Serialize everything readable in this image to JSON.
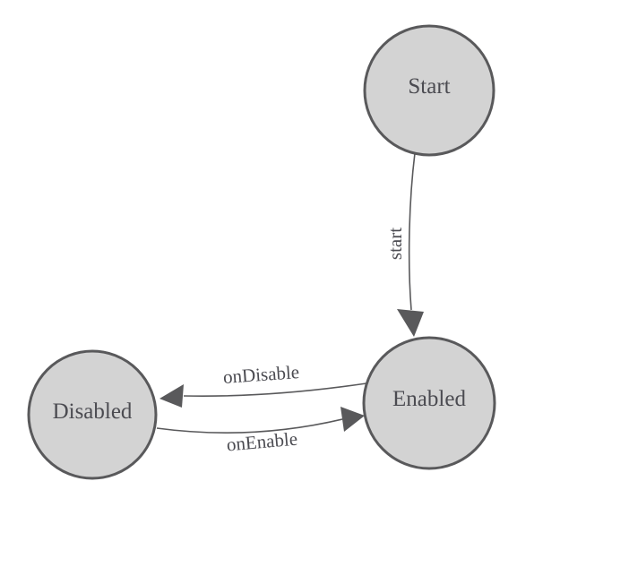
{
  "diagram": {
    "type": "state-machine",
    "background_color": "#ffffff",
    "node_fill_color": "#d3d3d3",
    "node_border_color": "#59595b",
    "edge_color": "#59595b",
    "label_color": "#4b4b51",
    "nodes": [
      {
        "id": "start",
        "label": "Start"
      },
      {
        "id": "enabled",
        "label": "Enabled"
      },
      {
        "id": "disabled",
        "label": "Disabled"
      }
    ],
    "edges": [
      {
        "id": "start-to-enabled",
        "from": "Start",
        "to": "Enabled",
        "label": "start"
      },
      {
        "id": "enabled-to-disabled",
        "from": "Enabled",
        "to": "Disabled",
        "label": "onDisable"
      },
      {
        "id": "disabled-to-enabled",
        "from": "Disabled",
        "to": "Enabled",
        "label": "onEnable"
      }
    ]
  }
}
